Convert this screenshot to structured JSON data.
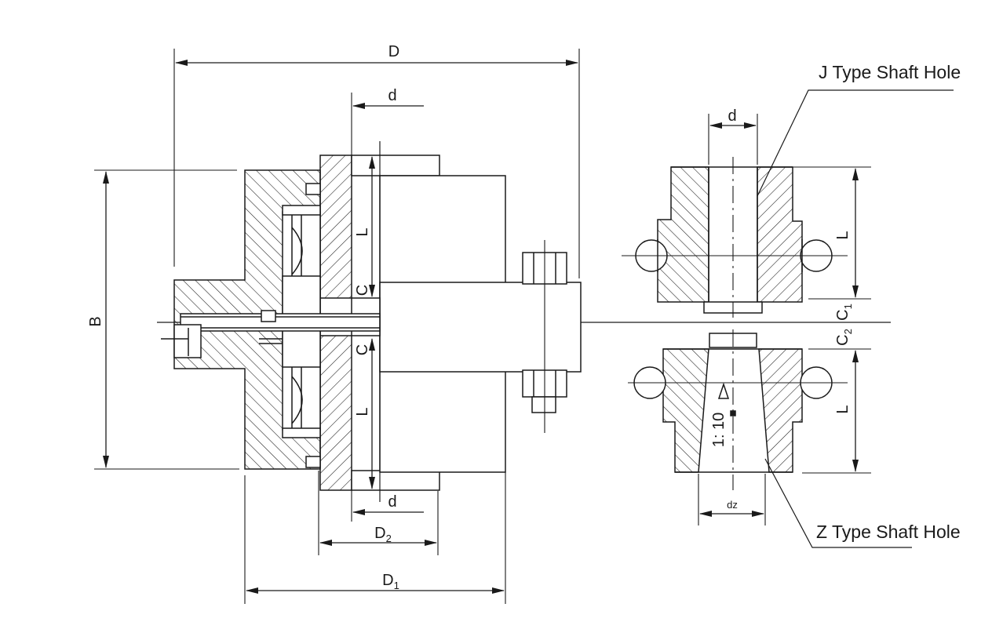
{
  "labels": {
    "D": "D",
    "d": "d",
    "B": "B",
    "L": "L",
    "C": "C",
    "D2_base": "D",
    "D2_sub": "2",
    "D1_base": "D",
    "D1_sub": "1",
    "C1_base": "C",
    "C1_sub": "1",
    "C2_base": "C",
    "C2_sub": "2",
    "taper": "1: 10",
    "dz": "dz"
  },
  "callouts": {
    "j_type": "J Type Shaft Hole",
    "z_type": "Z Type Shaft Hole"
  },
  "colors": {
    "line": "#1a1a1a",
    "background": "#ffffff"
  }
}
